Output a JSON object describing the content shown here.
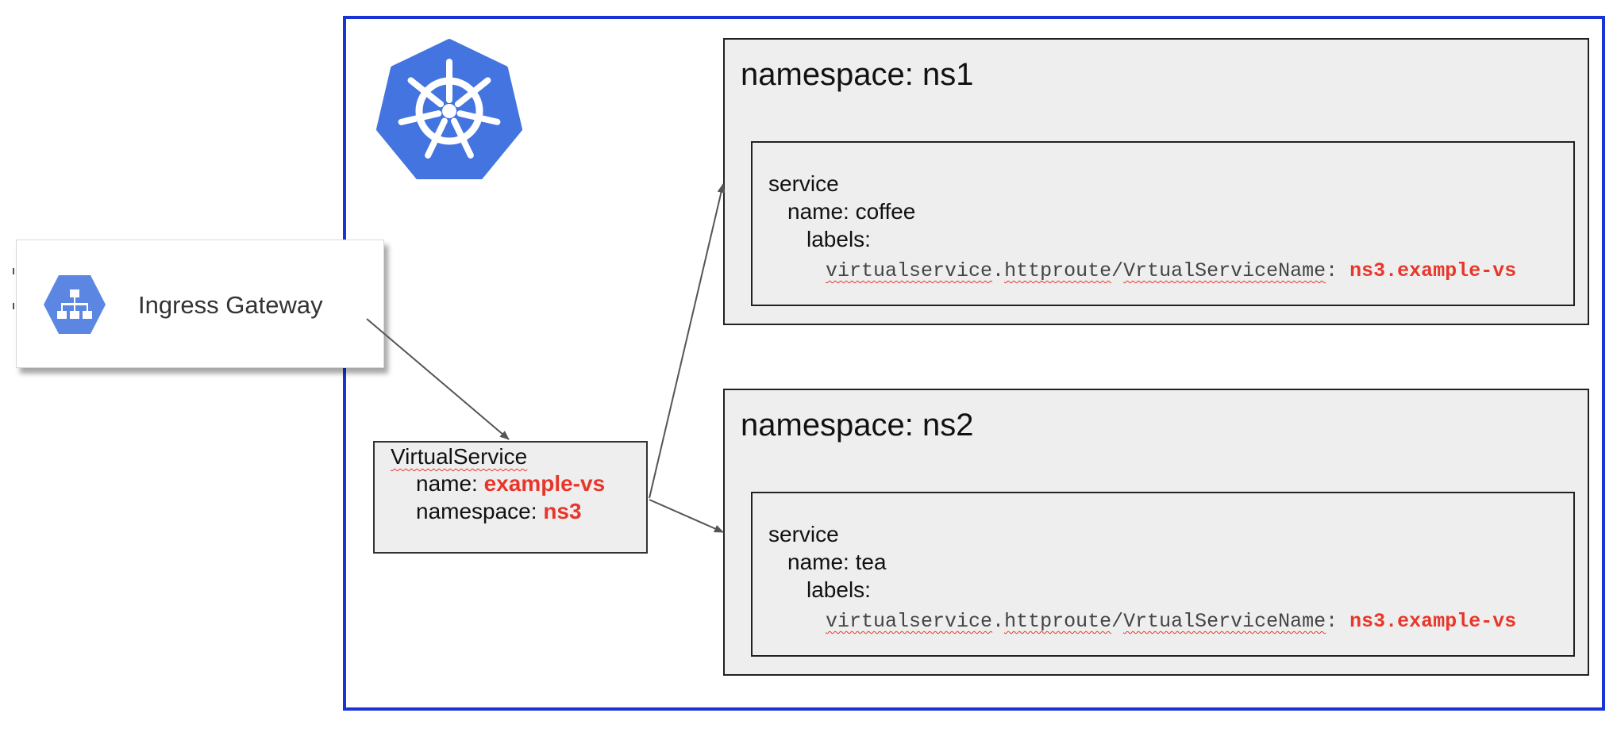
{
  "gateway": {
    "label": "Ingress Gateway",
    "icon": "sitemap-hexagon-icon"
  },
  "cluster": {
    "logo": "kubernetes-helm-icon",
    "border_color": "#1a33d6"
  },
  "virtual_service": {
    "kind": "VirtualService",
    "name_key": "name:",
    "name_value": "example-vs",
    "namespace_key": "namespace:",
    "namespace_value": "ns3"
  },
  "namespaces": [
    {
      "title": "namespace: ns1",
      "service": {
        "kind": "service",
        "name_line": "name: coffee",
        "labels_key": "labels:",
        "label_key_parts": [
          "virtualservice",
          "httproute",
          "VrtualServiceName"
        ],
        "label_key_seps": [
          ".",
          "/",
          ": "
        ],
        "label_value": "ns3.example-vs"
      }
    },
    {
      "title": "namespace: ns2",
      "service": {
        "kind": "service",
        "name_line": "name: tea",
        "labels_key": "labels:",
        "label_key_parts": [
          "virtualservice",
          "httproute",
          "VrtualServiceName"
        ],
        "label_key_seps": [
          ".",
          "/",
          ": "
        ],
        "label_value": "ns3.example-vs"
      }
    }
  ],
  "colors": {
    "accent": "#e8362b",
    "k8s_blue": "#4374e0",
    "gcp_blue": "#5b87e3",
    "box_fill": "#eeeeee"
  }
}
